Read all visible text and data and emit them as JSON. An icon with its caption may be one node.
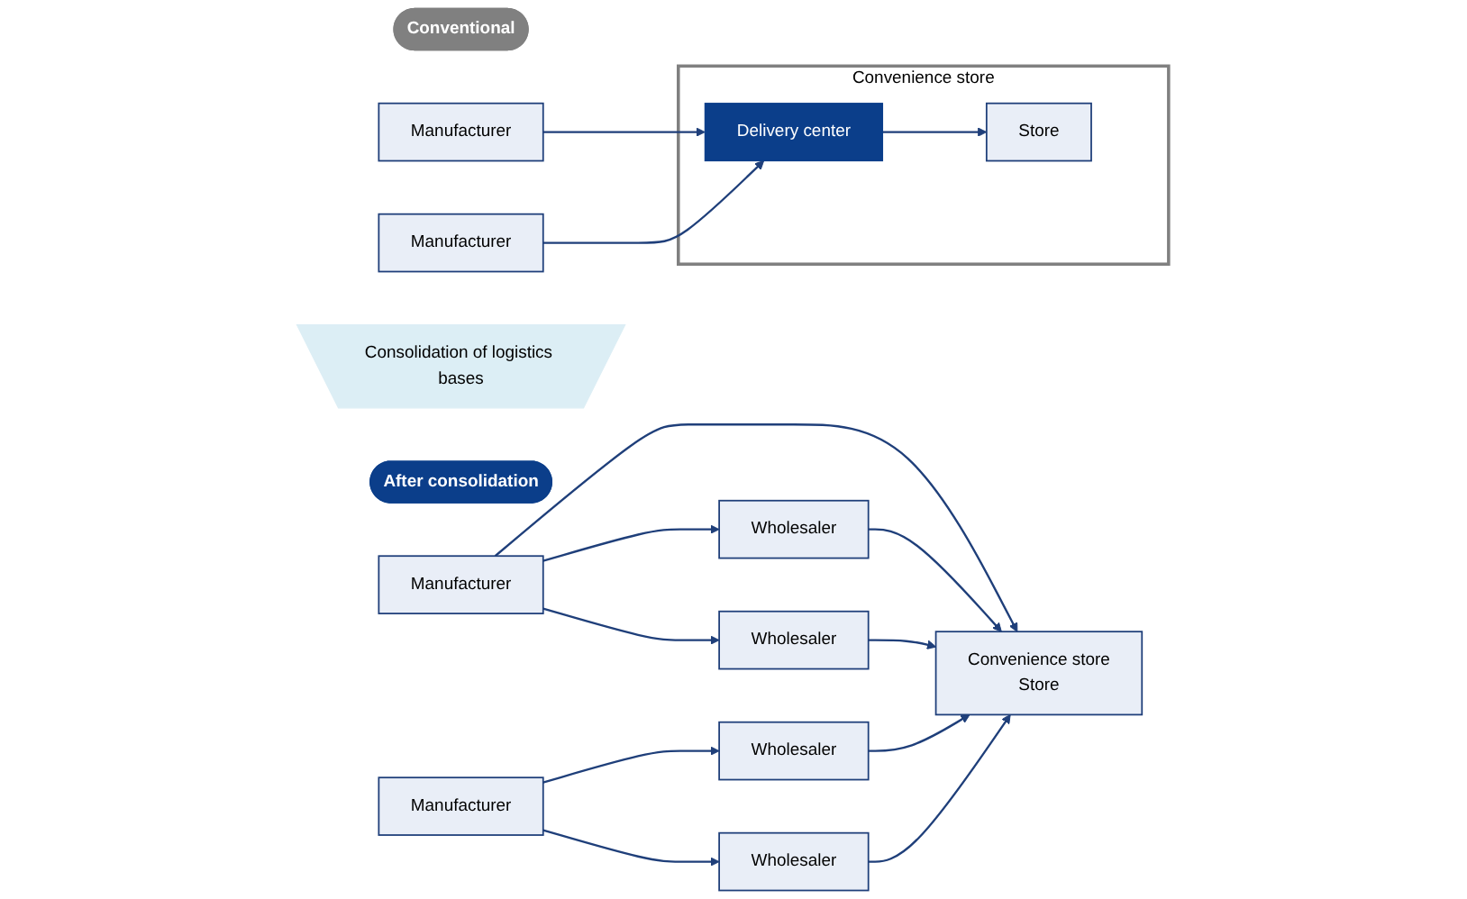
{
  "diagram": {
    "nodes": [
      {
        "text": [
          "Conventional"
        ]
      },
      {
        "text": [
          "Manufacturer"
        ]
      },
      {
        "text": [
          "Wholesaler"
        ]
      },
      {
        "text": [
          "Wholesaler"
        ]
      },
      {
        "text": [
          "Manufacturer"
        ]
      },
      {
        "text": [
          "Wholesaler"
        ]
      },
      {
        "text": [
          "Wholesaler"
        ]
      },
      {
        "text": [
          "Convenience store",
          "Store"
        ]
      },
      {
        "text": [
          "Consolidation of logistics bases"
        ]
      },
      {
        "text": [
          "After consolidation"
        ]
      },
      {
        "text": [
          "Convenience store"
        ]
      },
      {
        "text": [
          "Manufacturer"
        ]
      },
      {
        "text": [
          "Manufacturer"
        ]
      },
      {
        "text": [
          "Delivery center"
        ],
        "in": 10
      },
      {
        "text": [
          "Store"
        ],
        "in": 10
      }
    ],
    "edges": [
      {
        "from": 1,
        "to": 2,
        "arrow": "to"
      },
      {
        "from": 1,
        "to": 7,
        "arrow": "to"
      },
      {
        "from": 1,
        "to": 3,
        "arrow": "to"
      },
      {
        "from": 2,
        "to": 7,
        "arrow": "to"
      },
      {
        "from": 3,
        "to": 7,
        "arrow": "to"
      },
      {
        "from": 4,
        "to": 5,
        "arrow": "to"
      },
      {
        "from": 4,
        "to": 6,
        "arrow": "to"
      },
      {
        "from": 5,
        "to": 7,
        "arrow": "to"
      },
      {
        "from": 6,
        "to": 7,
        "arrow": "to"
      },
      {
        "from": 11,
        "to": 13,
        "arrow": "to"
      },
      {
        "from": 12,
        "to": 13,
        "arrow": "to"
      },
      {
        "from": 13,
        "to": 14,
        "arrow": "to"
      }
    ]
  }
}
